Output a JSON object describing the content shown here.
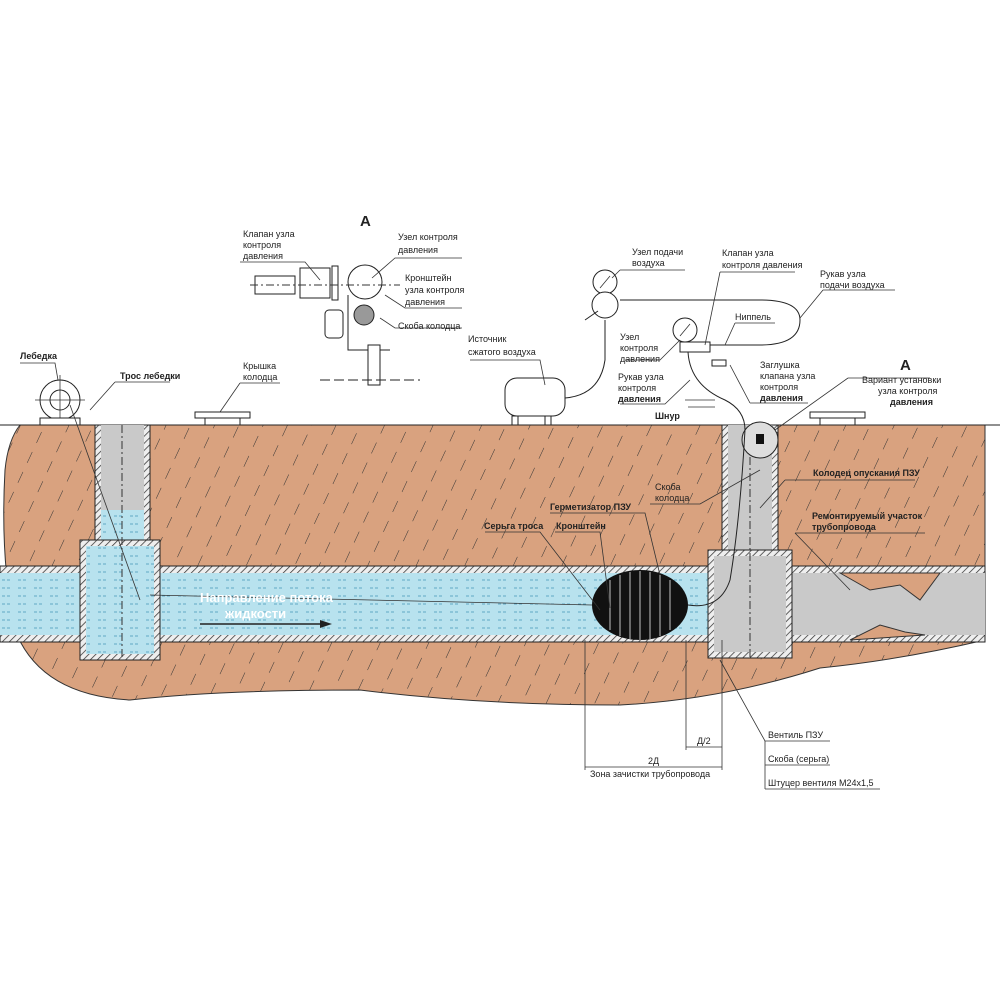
{
  "colors": {
    "soil": "#d9a27f",
    "water": "#b8e2ee",
    "steel": "#c9c9c9",
    "sealer": "#111111"
  },
  "view_marker": "А",
  "detail_labels": {
    "valve": [
      "Клапан узла",
      "контроля",
      "давления"
    ],
    "control_unit": [
      "Узел контроля",
      "давления"
    ],
    "bracket": [
      "Кронштейн",
      "узла контроля",
      "давления"
    ],
    "well_clamp": "Скоба колодца"
  },
  "labels": {
    "winch": "Лебедка",
    "winch_cable": "Трос лебедки",
    "well_cover": [
      "Крышка",
      "колодца"
    ],
    "air_source": [
      "Источник",
      "сжатого воздуха"
    ],
    "air_supply_unit": [
      "Узел подачи",
      "воздуха"
    ],
    "control_valve": [
      "Клапан узла",
      "контроля давления"
    ],
    "air_hose": [
      "Рукав узла",
      "подачи воздуха"
    ],
    "nipple": "Ниппель",
    "pressure_unit": [
      "Узел",
      "контроля",
      "давления"
    ],
    "pressure_hose": [
      "Рукав узла",
      "контроля",
      "давления"
    ],
    "valve_plug": [
      "Заглушка",
      "клапана узла",
      "контроля",
      "давления"
    ],
    "cord": "Шнур",
    "install_variant_marker": "А",
    "install_variant": [
      "Вариант установки",
      "узла контроля",
      "давления"
    ],
    "well_clamp": [
      "Скоба",
      "колодца"
    ],
    "descent_well": "Колодец опускания ПЗУ",
    "sealer": "Герметизатор ПЗУ",
    "cable_shackle": "Серьга троса",
    "bracket": "Кронштейн",
    "repair_section": [
      "Ремонтируемый участок",
      "трубопровода"
    ],
    "flow_direction": [
      "Направление потока",
      "жидкости"
    ],
    "valve_pzu": "Вентиль ПЗУ",
    "clamp_shackle": "Скоба (серьга)",
    "valve_fitting": "Штуцер вентиля М24х1,5",
    "dim_half": "Д/2",
    "dim_2d": "2Д",
    "cleaning_zone": "Зона зачистки трубопровода"
  }
}
